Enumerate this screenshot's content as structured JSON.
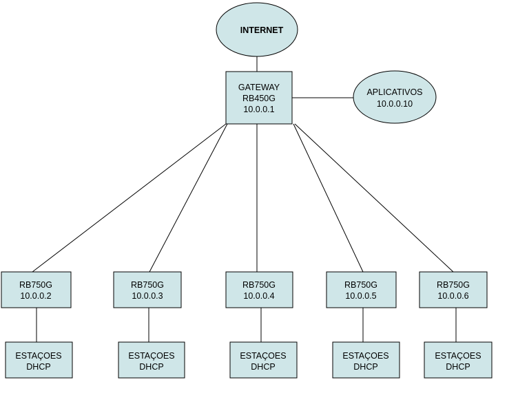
{
  "diagram": {
    "internet": {
      "label": "INTERNET"
    },
    "gateway": {
      "line1": "GATEWAY",
      "line2": "RB450G",
      "line3": "10.0.0.1"
    },
    "apps": {
      "line1": "APLICATIVOS",
      "line2": "10.0.0.10"
    },
    "routers": [
      {
        "model": "RB750G",
        "ip": "10.0.0.2",
        "stations_line1": "ESTAÇOES",
        "stations_line2": "DHCP"
      },
      {
        "model": "RB750G",
        "ip": "10.0.0.3",
        "stations_line1": "ESTAÇOES",
        "stations_line2": "DHCP"
      },
      {
        "model": "RB750G",
        "ip": "10.0.0.4",
        "stations_line1": "ESTAÇOES",
        "stations_line2": "DHCP"
      },
      {
        "model": "RB750G",
        "ip": "10.0.0.5",
        "stations_line1": "ESTAÇOES",
        "stations_line2": "DHCP"
      },
      {
        "model": "RB750G",
        "ip": "10.0.0.6",
        "stations_line1": "ESTAÇOES",
        "stations_line2": "DHCP"
      }
    ],
    "colors": {
      "node_fill": "#cfe6e8",
      "stroke": "#000000"
    }
  }
}
